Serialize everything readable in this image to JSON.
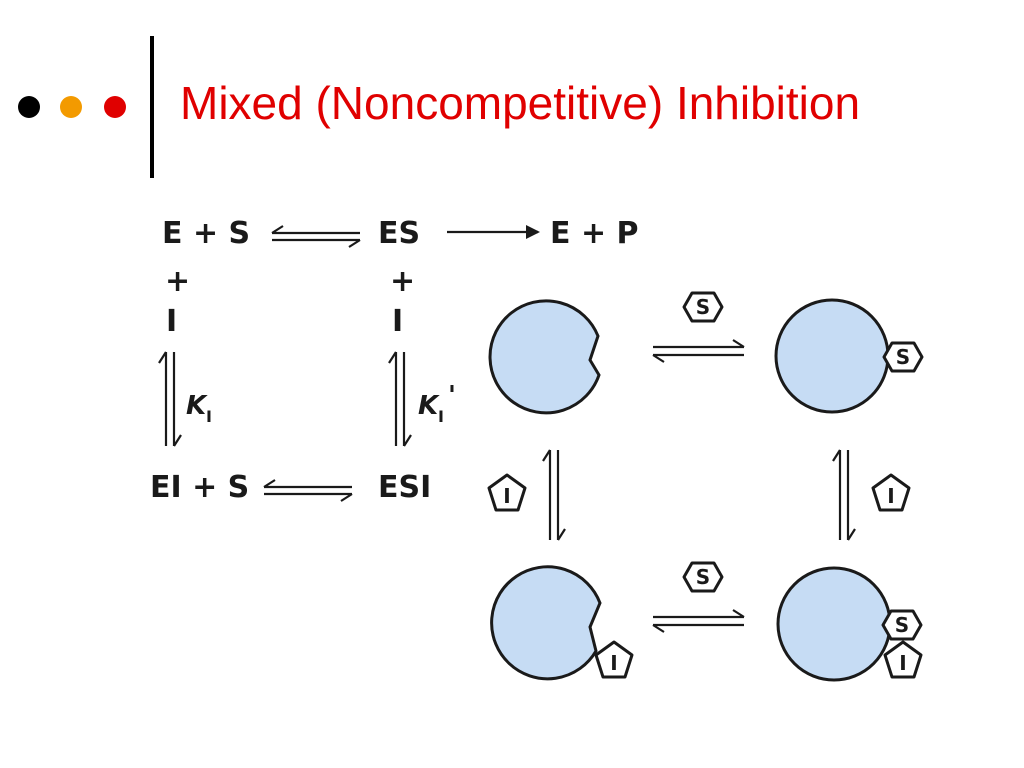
{
  "slide": {
    "title": "Mixed (Noncompetitive) Inhibition",
    "bullet_colors": [
      "#000000",
      "#f39a00",
      "#e00000"
    ]
  },
  "scheme": {
    "e_plus_s": "E + S",
    "es": "ES",
    "e_plus_p": "E + P",
    "plus": "+",
    "inhibitor": "I",
    "ei_plus_s": "EI + S",
    "esi": "ESI",
    "k_symbol": "K",
    "k_subscript": "I",
    "k_prime": "'"
  },
  "pictorial": {
    "substrate_label": "S",
    "inhibitor_label": "I"
  },
  "colors": {
    "enzyme_fill": "#c6dcf4",
    "title": "#e00000"
  }
}
